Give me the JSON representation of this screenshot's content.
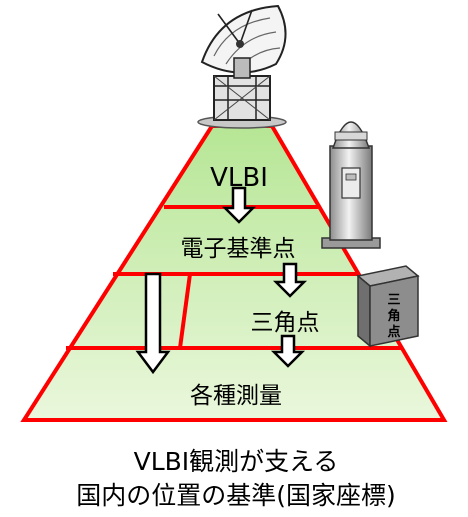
{
  "tiers": {
    "vlbi": "VLBI",
    "gnss_station": "電子基準点",
    "triangulation": "三角点",
    "surveys": "各種測量"
  },
  "caption": {
    "line1": "VLBI観測が支える",
    "line2": "国内の位置の基準(国家座標)"
  },
  "stone_marker": {
    "line1": "三",
    "line2": "角",
    "line3": "点"
  },
  "colors": {
    "tier_fill_top": "#b6e695",
    "tier_fill_bottom": "#eaf7dc",
    "outline": "#ff0000",
    "arrow_fill": "#ffffff",
    "arrow_stroke": "#000000"
  }
}
